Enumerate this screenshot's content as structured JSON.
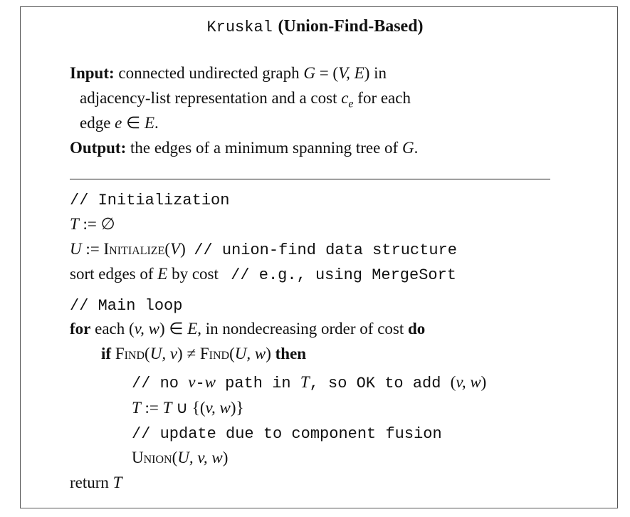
{
  "title": {
    "name": "Kruskal",
    "subtitle": "(Union-Find-Based)"
  },
  "header_lines": [
    [
      {
        "t": "bf",
        "s": "Input:"
      },
      {
        "t": "rm",
        "s": " connected undirected graph "
      },
      {
        "t": "it",
        "s": "G"
      },
      {
        "t": "rm",
        "s": " = ("
      },
      {
        "t": "it",
        "s": "V, E"
      },
      {
        "t": "rm",
        "s": ") in"
      }
    ],
    [
      {
        "t": "rm",
        "s": "adjacency-list representation and a cost "
      },
      {
        "t": "it",
        "s": "c"
      },
      {
        "t": "it",
        "s": "e"
      },
      {
        "t": "rm",
        "s": " for each"
      }
    ],
    [
      {
        "t": "rm",
        "s": "edge "
      },
      {
        "t": "it",
        "s": "e"
      },
      {
        "t": "rm",
        "s": " ∈ "
      },
      {
        "t": "it",
        "s": "E"
      },
      {
        "t": "rm",
        "s": "."
      }
    ],
    [
      {
        "t": "bf",
        "s": "Output:"
      },
      {
        "t": "rm",
        "s": " the edges of a minimum spanning tree of "
      },
      {
        "t": "it",
        "s": "G"
      },
      {
        "t": "rm",
        "s": "."
      }
    ]
  ],
  "code_lines": [
    [
      {
        "t": "tt",
        "s": "// Initialization"
      }
    ],
    [
      {
        "t": "it",
        "s": "T"
      },
      {
        "t": "rm",
        "s": " := ∅"
      }
    ],
    [
      {
        "t": "it",
        "s": "U"
      },
      {
        "t": "rm",
        "s": " := "
      },
      {
        "t": "sc",
        "s": "Initialize"
      },
      {
        "t": "rm",
        "s": "("
      },
      {
        "t": "it",
        "s": "V"
      },
      {
        "t": "rm",
        "s": ")  "
      },
      {
        "t": "tt",
        "s": "// union-find data structure"
      }
    ],
    [
      {
        "t": "rm",
        "s": "sort edges of "
      },
      {
        "t": "it",
        "s": "E"
      },
      {
        "t": "rm",
        "s": " by cost   "
      },
      {
        "t": "tt",
        "s": "// e.g., using MergeSort"
      }
    ],
    [
      {
        "t": "tt",
        "s": "// Main loop"
      }
    ],
    [
      {
        "t": "bf",
        "s": "for"
      },
      {
        "t": "rm",
        "s": " each ("
      },
      {
        "t": "it",
        "s": "v, w"
      },
      {
        "t": "rm",
        "s": ") ∈ "
      },
      {
        "t": "it",
        "s": "E"
      },
      {
        "t": "rm",
        "s": ", in nondecreasing order of cost "
      },
      {
        "t": "bf",
        "s": "do"
      }
    ],
    [
      {
        "t": "bf",
        "s": "if"
      },
      {
        "t": "rm",
        "s": " "
      },
      {
        "t": "sc",
        "s": "Find"
      },
      {
        "t": "rm",
        "s": "("
      },
      {
        "t": "it",
        "s": "U, v"
      },
      {
        "t": "rm",
        "s": ") ≠ "
      },
      {
        "t": "sc",
        "s": "Find"
      },
      {
        "t": "rm",
        "s": "("
      },
      {
        "t": "it",
        "s": "U, w"
      },
      {
        "t": "rm",
        "s": ") "
      },
      {
        "t": "bf",
        "s": "then"
      }
    ],
    [
      {
        "t": "tt",
        "s": "// no "
      },
      {
        "t": "it",
        "s": "v"
      },
      {
        "t": "tt",
        "s": "-"
      },
      {
        "t": "it",
        "s": "w"
      },
      {
        "t": "tt",
        "s": " path in "
      },
      {
        "t": "it",
        "s": "T"
      },
      {
        "t": "tt",
        "s": ", so OK to add "
      },
      {
        "t": "rm",
        "s": "("
      },
      {
        "t": "it",
        "s": "v, w"
      },
      {
        "t": "rm",
        "s": ")"
      }
    ],
    [
      {
        "t": "it",
        "s": "T"
      },
      {
        "t": "rm",
        "s": " := "
      },
      {
        "t": "it",
        "s": "T"
      },
      {
        "t": "rm",
        "s": " ∪ {("
      },
      {
        "t": "it",
        "s": "v, w"
      },
      {
        "t": "rm",
        "s": ")}"
      }
    ],
    [
      {
        "t": "tt",
        "s": "// update due to component fusion"
      }
    ],
    [
      {
        "t": "sc",
        "s": "Union"
      },
      {
        "t": "rm",
        "s": "("
      },
      {
        "t": "it",
        "s": "U, v, w"
      },
      {
        "t": "rm",
        "s": ")"
      }
    ],
    [
      {
        "t": "rm",
        "s": "return "
      },
      {
        "t": "it",
        "s": "T"
      }
    ]
  ]
}
